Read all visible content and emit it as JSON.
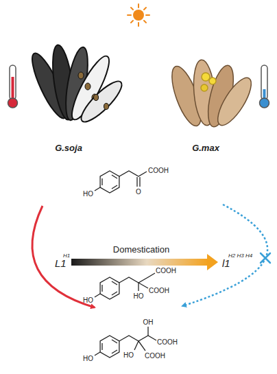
{
  "diagram": {
    "labels": [
      "G.soja",
      "G.max",
      "HO",
      "COOH",
      "O",
      "L1",
      "H1",
      "Domestication",
      "l1",
      "H2 H3 H4",
      "COOH",
      "HO",
      "COOH",
      "HO",
      "OH",
      "COOH",
      "HO",
      "COOH",
      "HO"
    ]
  }
}
